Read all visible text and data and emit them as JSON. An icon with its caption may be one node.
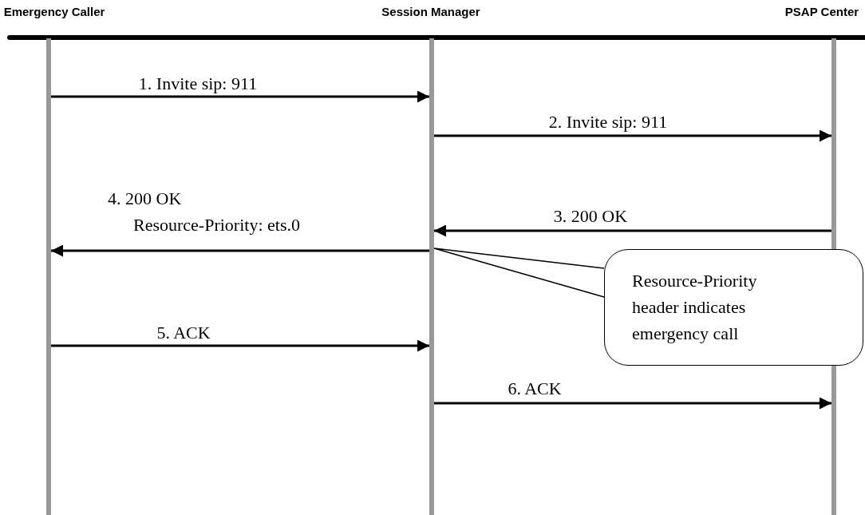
{
  "diagram": {
    "nodes": [
      {
        "text": [
          "Emergency Caller"
        ]
      },
      {
        "text": [
          "Session Manager"
        ]
      },
      {
        "text": [
          "PSAP Center"
        ]
      },
      {
        "text": [
          "Resource-Priority header indicates emergency call"
        ]
      }
    ],
    "edges": [
      {
        "from": 0,
        "to": 1,
        "arrow": "to",
        "label": "1. Invite sip: 911"
      },
      {
        "from": 1,
        "to": 2,
        "arrow": "to",
        "label": "2. Invite sip: 911"
      },
      {
        "from": 2,
        "to": 1,
        "arrow": "to",
        "label": "3. 200 OK"
      },
      {
        "from": 1,
        "to": 0,
        "arrow": "to",
        "label": "4. 200 OK Resource-Priority: ets.0"
      },
      {
        "from": 0,
        "to": 1,
        "arrow": "to",
        "label": "5. ACK"
      },
      {
        "from": 1,
        "to": 2,
        "arrow": "to",
        "label": "6. ACK"
      },
      {
        "from": 3,
        "to": null,
        "arrow": "none"
      }
    ]
  }
}
